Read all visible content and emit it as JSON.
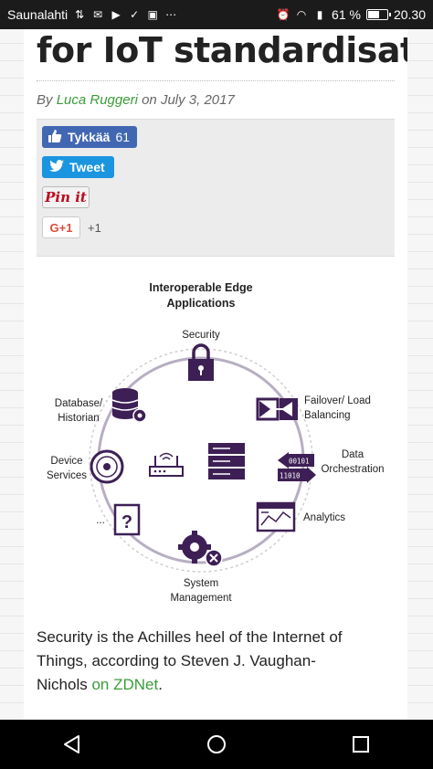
{
  "status_bar": {
    "carrier": "Saunalahti",
    "battery_percent_label": "61 %",
    "battery_level": 0.61,
    "time": "20.30"
  },
  "article": {
    "headline": "for IoT standardisation",
    "byline_prefix": "By ",
    "author": "Luca Ruggeri",
    "date_text": " on July 3, 2017",
    "share": {
      "like_label": "Tykkää",
      "like_count": "61",
      "tweet_label": "Tweet",
      "pin_label": "Pin it",
      "gplus_label": "G+1",
      "gplus_count": "+1"
    },
    "diagram": {
      "title_line1": "Interoperable Edge",
      "title_line2": "Applications",
      "nodes": {
        "security": "Security",
        "failover_line1": "Failover/ Load",
        "failover_line2": "Balancing",
        "data_line1": "Data",
        "data_line2": "Orchestration",
        "analytics": "Analytics",
        "system_line1": "System",
        "system_line2": "Management",
        "other": "...",
        "device_line1": "Device",
        "device_line2": "Services",
        "database_line1": "Database/",
        "database_line2": "Historian"
      },
      "binary_top": "00101",
      "binary_bottom": "11010"
    },
    "body_line1": "Security is the Achilles heel of the Internet of",
    "body_line2_prefix": "Things, according to Steven J. Vaughan-",
    "body_line3_prefix": "Nichols ",
    "body_link": "on ZDNet",
    "body_line3_suffix": "."
  },
  "colors": {
    "accent_link": "#3a9c3a",
    "diagram_purple": "#3d1f55",
    "facebook": "#4267b2",
    "twitter": "#1b95e0"
  }
}
